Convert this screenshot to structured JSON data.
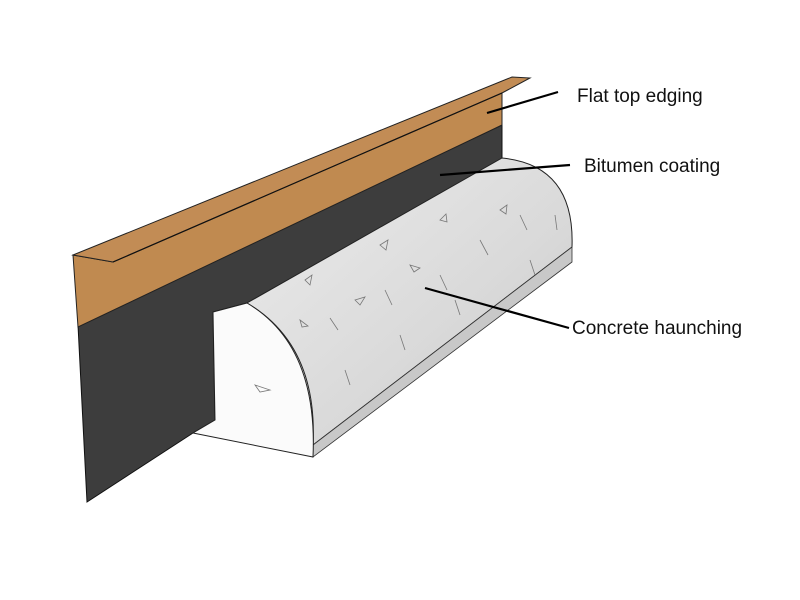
{
  "labels": {
    "edging": "Flat top edging",
    "bitumen": "Bitumen coating",
    "concrete": "Concrete haunching"
  },
  "colors": {
    "edging": "#c08a50",
    "bitumen": "#3d3d3d",
    "concrete_top": "#dcdcdc",
    "concrete_face": "#fbfbfb"
  }
}
